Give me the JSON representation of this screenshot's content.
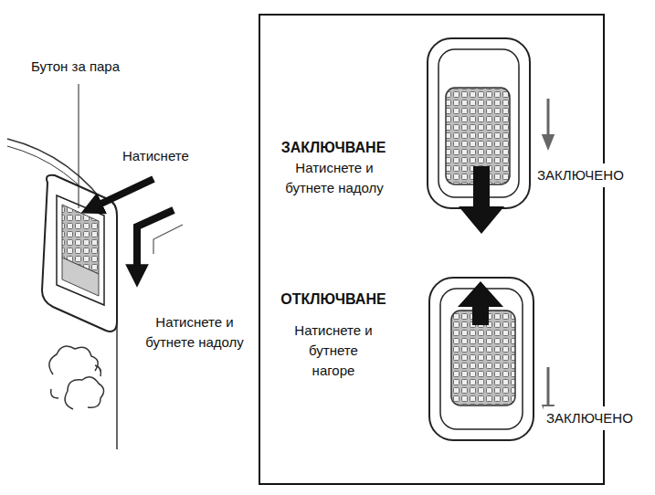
{
  "diagram": {
    "nodes": [
      {
        "text": [
          "ЗАКЛЮЧВАНЕ",
          "Натиснете и бутнете надолу",
          "ЗАКЛЮЧЕНО",
          "ОТКЛЮЧВАНЕ",
          "Натиснете и бутнете нагоре",
          "ЗАКЛЮЧЕНО"
        ]
      }
    ],
    "labels": [
      "Бутон за пара",
      "Натиснете",
      "Натиснете и бутнете надолу"
    ]
  }
}
